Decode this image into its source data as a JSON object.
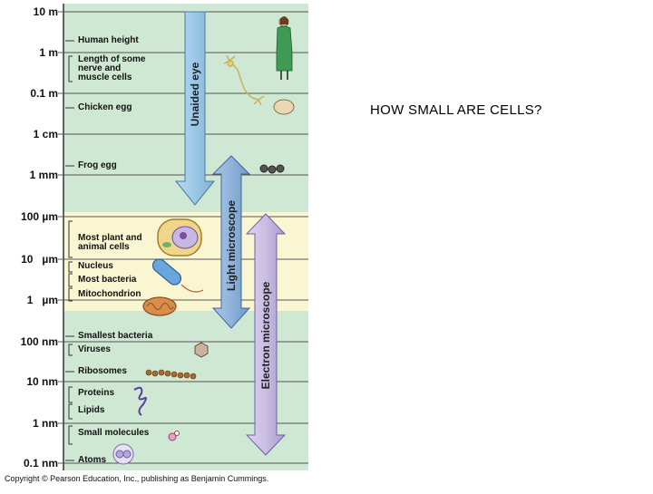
{
  "scale": {
    "labels": [
      "10 m",
      "1 m",
      "0.1 m",
      "1 cm",
      "1 mm",
      "100 µm",
      "10   µm",
      "1   µm",
      "100 nm",
      "10 nm",
      "1 nm",
      "0.1 nm"
    ]
  },
  "objects": {
    "human_height": "Human height",
    "nerve_line1": "Length of some",
    "nerve_line2": "nerve and",
    "nerve_line3": "muscle cells",
    "chicken_egg": "Chicken egg",
    "frog_egg": "Frog egg",
    "plant_line1": "Most plant and",
    "plant_line2": "animal cells",
    "nucleus": "Nucleus",
    "bacteria": "Most bacteria",
    "mitochondrion": "Mitochondrion",
    "smallest_bacteria": "Smallest bacteria",
    "viruses": "Viruses",
    "ribosomes": "Ribosomes",
    "proteins": "Proteins",
    "lipids": "Lipids",
    "small_molecules": "Small molecules",
    "atoms": "Atoms"
  },
  "ranges": {
    "unaided_eye": "Unaided eye",
    "light_microscope": "Light microscope",
    "electron_microscope": "Electron microscope"
  },
  "side_title": "HOW SMALL ARE CELLS?",
  "copyright": "Copyright © Pearson Education, Inc., publishing as Benjamin Cummings.",
  "colors": {
    "green_band": "#cfe8d4",
    "yellow_band": "#fbf6d2",
    "unaided_arrow": "#9cc8e6",
    "light_arrow": "#8fb3da",
    "electron_arrow": "#c9bde3"
  }
}
